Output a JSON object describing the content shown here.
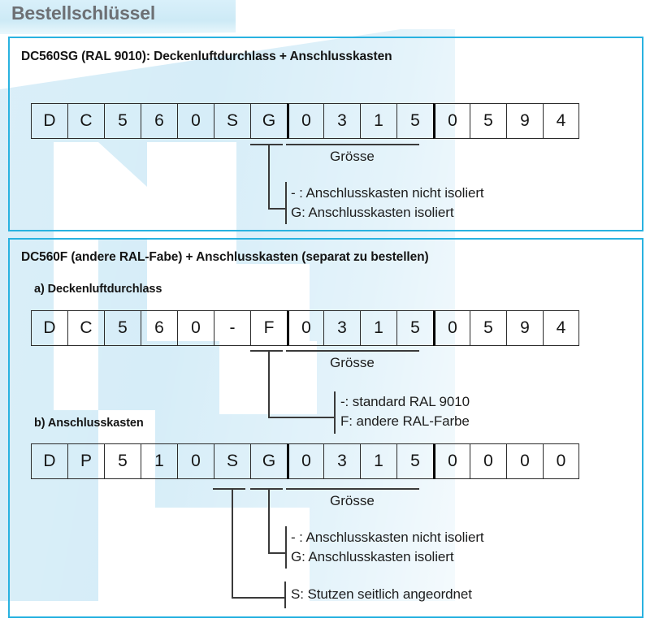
{
  "page": {
    "title": "Bestellschlüssel",
    "accent_color": "#29b2e0",
    "title_color": "#6d7074",
    "watermark_color": "#cfeaf7"
  },
  "sections": [
    {
      "id": "section-sg",
      "heading": "DC560SG (RAL 9010): Deckenluftdurchlass + Anschlusskasten",
      "code_row": {
        "cells": [
          "D",
          "C",
          "5",
          "6",
          "0",
          "S",
          "G",
          "0",
          "3",
          "1",
          "5",
          "0",
          "5",
          "9",
          "4"
        ],
        "group_breaks": [
          7,
          11
        ]
      },
      "annotations": {
        "size_label": "Grösse",
        "notes": [
          "- : Anschlusskasten nicht isoliert",
          "G: Anschlusskasten isoliert"
        ]
      }
    },
    {
      "id": "section-f",
      "heading": "DC560F (andere RAL-Fabe) + Anschlusskasten (separat zu bestellen)",
      "subsections": [
        {
          "id": "subsection-a",
          "label": "a) Deckenluftdurchlass",
          "code_row": {
            "cells": [
              "D",
              "C",
              "5",
              "6",
              "0",
              "-",
              "F",
              "0",
              "3",
              "1",
              "5",
              "0",
              "5",
              "9",
              "4"
            ],
            "group_breaks": [
              7,
              11
            ]
          },
          "annotations": {
            "size_label": "Grösse",
            "notes": [
              "-:   standard RAL 9010",
              "F:   andere RAL-Farbe"
            ]
          }
        },
        {
          "id": "subsection-b",
          "label": "b) Anschlusskasten",
          "code_row": {
            "cells": [
              "D",
              "P",
              "5",
              "1",
              "0",
              "S",
              "G",
              "0",
              "3",
              "1",
              "5",
              "0",
              "0",
              "0",
              "0"
            ],
            "group_breaks": [
              7,
              11
            ]
          },
          "annotations": {
            "size_label": "Grösse",
            "notes": [
              "- : Anschlusskasten nicht isoliert",
              "G: Anschlusskasten isoliert"
            ],
            "notes_lower": [
              "S: Stutzen seitlich angeordnet"
            ]
          }
        }
      ]
    }
  ]
}
